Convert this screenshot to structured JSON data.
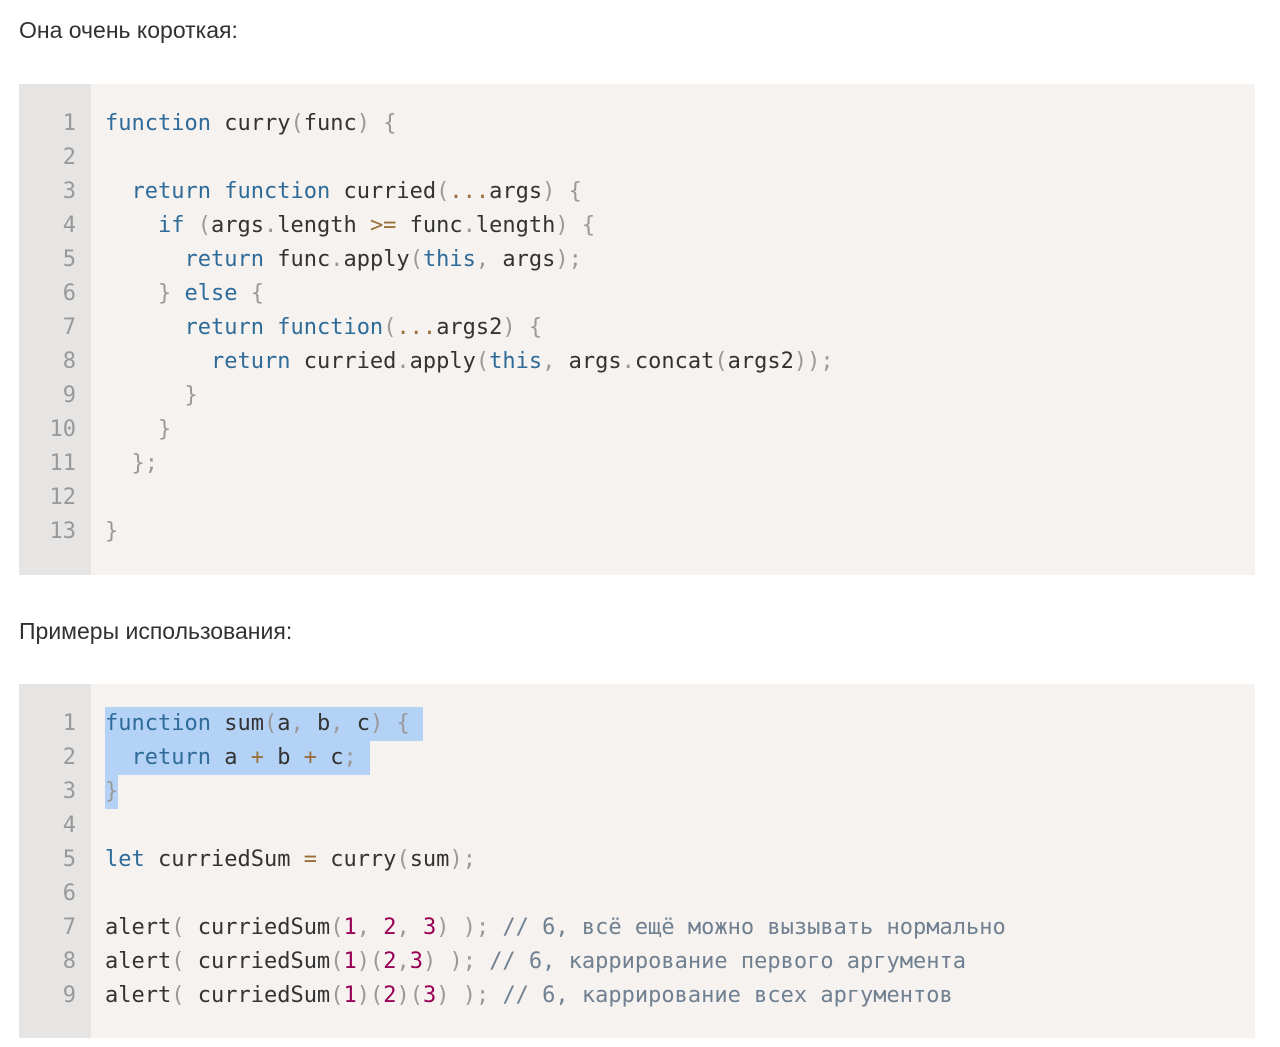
{
  "intro_text": "Она очень короткая:",
  "usage_text": "Примеры использования:",
  "colors": {
    "code_background": "#f5f2f0",
    "gutter_background": "#e7e5e3",
    "keyword": "#2f6b99",
    "punctuation": "#999999",
    "operator": "#9a6e3a",
    "number": "#990055",
    "comment": "#708090",
    "selection": "#b4d2f5"
  },
  "code_blocks": [
    {
      "lines": [
        [
          [
            "keyword",
            "function"
          ],
          [
            "plain",
            " curry"
          ],
          [
            "punct",
            "("
          ],
          [
            "plain",
            "func"
          ],
          [
            "punct",
            ")"
          ],
          [
            "plain",
            " "
          ],
          [
            "punct",
            "{"
          ]
        ],
        [],
        [
          [
            "plain",
            "  "
          ],
          [
            "keyword",
            "return"
          ],
          [
            "plain",
            " "
          ],
          [
            "keyword",
            "function"
          ],
          [
            "plain",
            " curried"
          ],
          [
            "punct",
            "("
          ],
          [
            "operator",
            "..."
          ],
          [
            "plain",
            "args"
          ],
          [
            "punct",
            ")"
          ],
          [
            "plain",
            " "
          ],
          [
            "punct",
            "{"
          ]
        ],
        [
          [
            "plain",
            "    "
          ],
          [
            "keyword",
            "if"
          ],
          [
            "plain",
            " "
          ],
          [
            "punct",
            "("
          ],
          [
            "plain",
            "args"
          ],
          [
            "punct",
            "."
          ],
          [
            "plain",
            "length "
          ],
          [
            "operator",
            ">="
          ],
          [
            "plain",
            " func"
          ],
          [
            "punct",
            "."
          ],
          [
            "plain",
            "length"
          ],
          [
            "punct",
            ")"
          ],
          [
            "plain",
            " "
          ],
          [
            "punct",
            "{"
          ]
        ],
        [
          [
            "plain",
            "      "
          ],
          [
            "keyword",
            "return"
          ],
          [
            "plain",
            " func"
          ],
          [
            "punct",
            "."
          ],
          [
            "plain",
            "apply"
          ],
          [
            "punct",
            "("
          ],
          [
            "keyword",
            "this"
          ],
          [
            "punct",
            ","
          ],
          [
            "plain",
            " args"
          ],
          [
            "punct",
            ")"
          ],
          [
            "punct",
            ";"
          ]
        ],
        [
          [
            "plain",
            "    "
          ],
          [
            "punct",
            "}"
          ],
          [
            "plain",
            " "
          ],
          [
            "keyword",
            "else"
          ],
          [
            "plain",
            " "
          ],
          [
            "punct",
            "{"
          ]
        ],
        [
          [
            "plain",
            "      "
          ],
          [
            "keyword",
            "return"
          ],
          [
            "plain",
            " "
          ],
          [
            "keyword",
            "function"
          ],
          [
            "punct",
            "("
          ],
          [
            "operator",
            "..."
          ],
          [
            "plain",
            "args2"
          ],
          [
            "punct",
            ")"
          ],
          [
            "plain",
            " "
          ],
          [
            "punct",
            "{"
          ]
        ],
        [
          [
            "plain",
            "        "
          ],
          [
            "keyword",
            "return"
          ],
          [
            "plain",
            " curried"
          ],
          [
            "punct",
            "."
          ],
          [
            "plain",
            "apply"
          ],
          [
            "punct",
            "("
          ],
          [
            "keyword",
            "this"
          ],
          [
            "punct",
            ","
          ],
          [
            "plain",
            " args"
          ],
          [
            "punct",
            "."
          ],
          [
            "plain",
            "concat"
          ],
          [
            "punct",
            "("
          ],
          [
            "plain",
            "args2"
          ],
          [
            "punct",
            ")"
          ],
          [
            "punct",
            ")"
          ],
          [
            "punct",
            ";"
          ]
        ],
        [
          [
            "plain",
            "      "
          ],
          [
            "punct",
            "}"
          ]
        ],
        [
          [
            "plain",
            "    "
          ],
          [
            "punct",
            "}"
          ]
        ],
        [
          [
            "plain",
            "  "
          ],
          [
            "punct",
            "}"
          ],
          [
            "punct",
            ";"
          ]
        ],
        [],
        [
          [
            "punct",
            "}"
          ]
        ]
      ]
    },
    {
      "lines": [
        [
          [
            "keyword",
            "function"
          ],
          [
            "plain",
            " sum"
          ],
          [
            "punct",
            "("
          ],
          [
            "plain",
            "a"
          ],
          [
            "punct",
            ","
          ],
          [
            "plain",
            " b"
          ],
          [
            "punct",
            ","
          ],
          [
            "plain",
            " c"
          ],
          [
            "punct",
            ")"
          ],
          [
            "plain",
            " "
          ],
          [
            "punct",
            "{"
          ],
          [
            "plain",
            " "
          ]
        ],
        [
          [
            "plain",
            "  "
          ],
          [
            "keyword",
            "return"
          ],
          [
            "plain",
            " a "
          ],
          [
            "operator",
            "+"
          ],
          [
            "plain",
            " b "
          ],
          [
            "operator",
            "+"
          ],
          [
            "plain",
            " c"
          ],
          [
            "punct",
            ";"
          ],
          [
            "plain",
            " "
          ]
        ],
        [
          [
            "punct",
            "}"
          ]
        ],
        [],
        [
          [
            "keyword",
            "let"
          ],
          [
            "plain",
            " curriedSum "
          ],
          [
            "operator",
            "="
          ],
          [
            "plain",
            " curry"
          ],
          [
            "punct",
            "("
          ],
          [
            "plain",
            "sum"
          ],
          [
            "punct",
            ")"
          ],
          [
            "punct",
            ";"
          ]
        ],
        [],
        [
          [
            "plain",
            "alert"
          ],
          [
            "punct",
            "("
          ],
          [
            "plain",
            " curriedSum"
          ],
          [
            "punct",
            "("
          ],
          [
            "number",
            "1"
          ],
          [
            "punct",
            ","
          ],
          [
            "plain",
            " "
          ],
          [
            "number",
            "2"
          ],
          [
            "punct",
            ","
          ],
          [
            "plain",
            " "
          ],
          [
            "number",
            "3"
          ],
          [
            "punct",
            ")"
          ],
          [
            "plain",
            " "
          ],
          [
            "punct",
            ")"
          ],
          [
            "punct",
            ";"
          ],
          [
            "plain",
            " "
          ],
          [
            "comment",
            "// 6, всё ещё можно вызывать нормально"
          ]
        ],
        [
          [
            "plain",
            "alert"
          ],
          [
            "punct",
            "("
          ],
          [
            "plain",
            " curriedSum"
          ],
          [
            "punct",
            "("
          ],
          [
            "number",
            "1"
          ],
          [
            "punct",
            ")"
          ],
          [
            "punct",
            "("
          ],
          [
            "number",
            "2"
          ],
          [
            "punct",
            ","
          ],
          [
            "number",
            "3"
          ],
          [
            "punct",
            ")"
          ],
          [
            "plain",
            " "
          ],
          [
            "punct",
            ")"
          ],
          [
            "punct",
            ";"
          ],
          [
            "plain",
            " "
          ],
          [
            "comment",
            "// 6, каррирование первого аргумента"
          ]
        ],
        [
          [
            "plain",
            "alert"
          ],
          [
            "punct",
            "("
          ],
          [
            "plain",
            " curriedSum"
          ],
          [
            "punct",
            "("
          ],
          [
            "number",
            "1"
          ],
          [
            "punct",
            ")"
          ],
          [
            "punct",
            "("
          ],
          [
            "number",
            "2"
          ],
          [
            "punct",
            ")"
          ],
          [
            "punct",
            "("
          ],
          [
            "number",
            "3"
          ],
          [
            "punct",
            ")"
          ],
          [
            "plain",
            " "
          ],
          [
            "punct",
            ")"
          ],
          [
            "punct",
            ";"
          ],
          [
            "plain",
            " "
          ],
          [
            "comment",
            "// 6, каррирование всех аргументов"
          ]
        ]
      ],
      "selected_lines": [
        1,
        2,
        3
      ]
    }
  ]
}
